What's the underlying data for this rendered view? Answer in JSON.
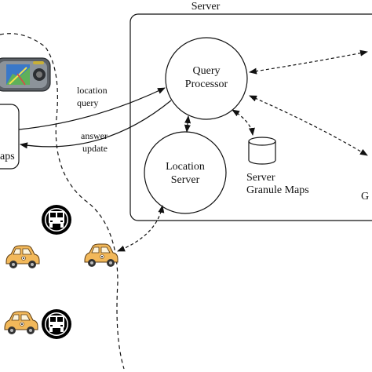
{
  "server": {
    "title": "Server"
  },
  "nodes": {
    "query_processor": [
      "Query",
      "Processor"
    ],
    "location_server": [
      "Location",
      "Server"
    ],
    "server_granule_maps": [
      "Server",
      "Granule Maps"
    ],
    "client_maps_fragment": "aps",
    "right_fragment": "G"
  },
  "edges": {
    "location_query": [
      "location",
      "query"
    ],
    "answer_update": [
      "answer",
      "update"
    ]
  },
  "icons": {
    "gps": "gps-device-icon",
    "car": "car-icon",
    "bus": "bus-icon"
  }
}
